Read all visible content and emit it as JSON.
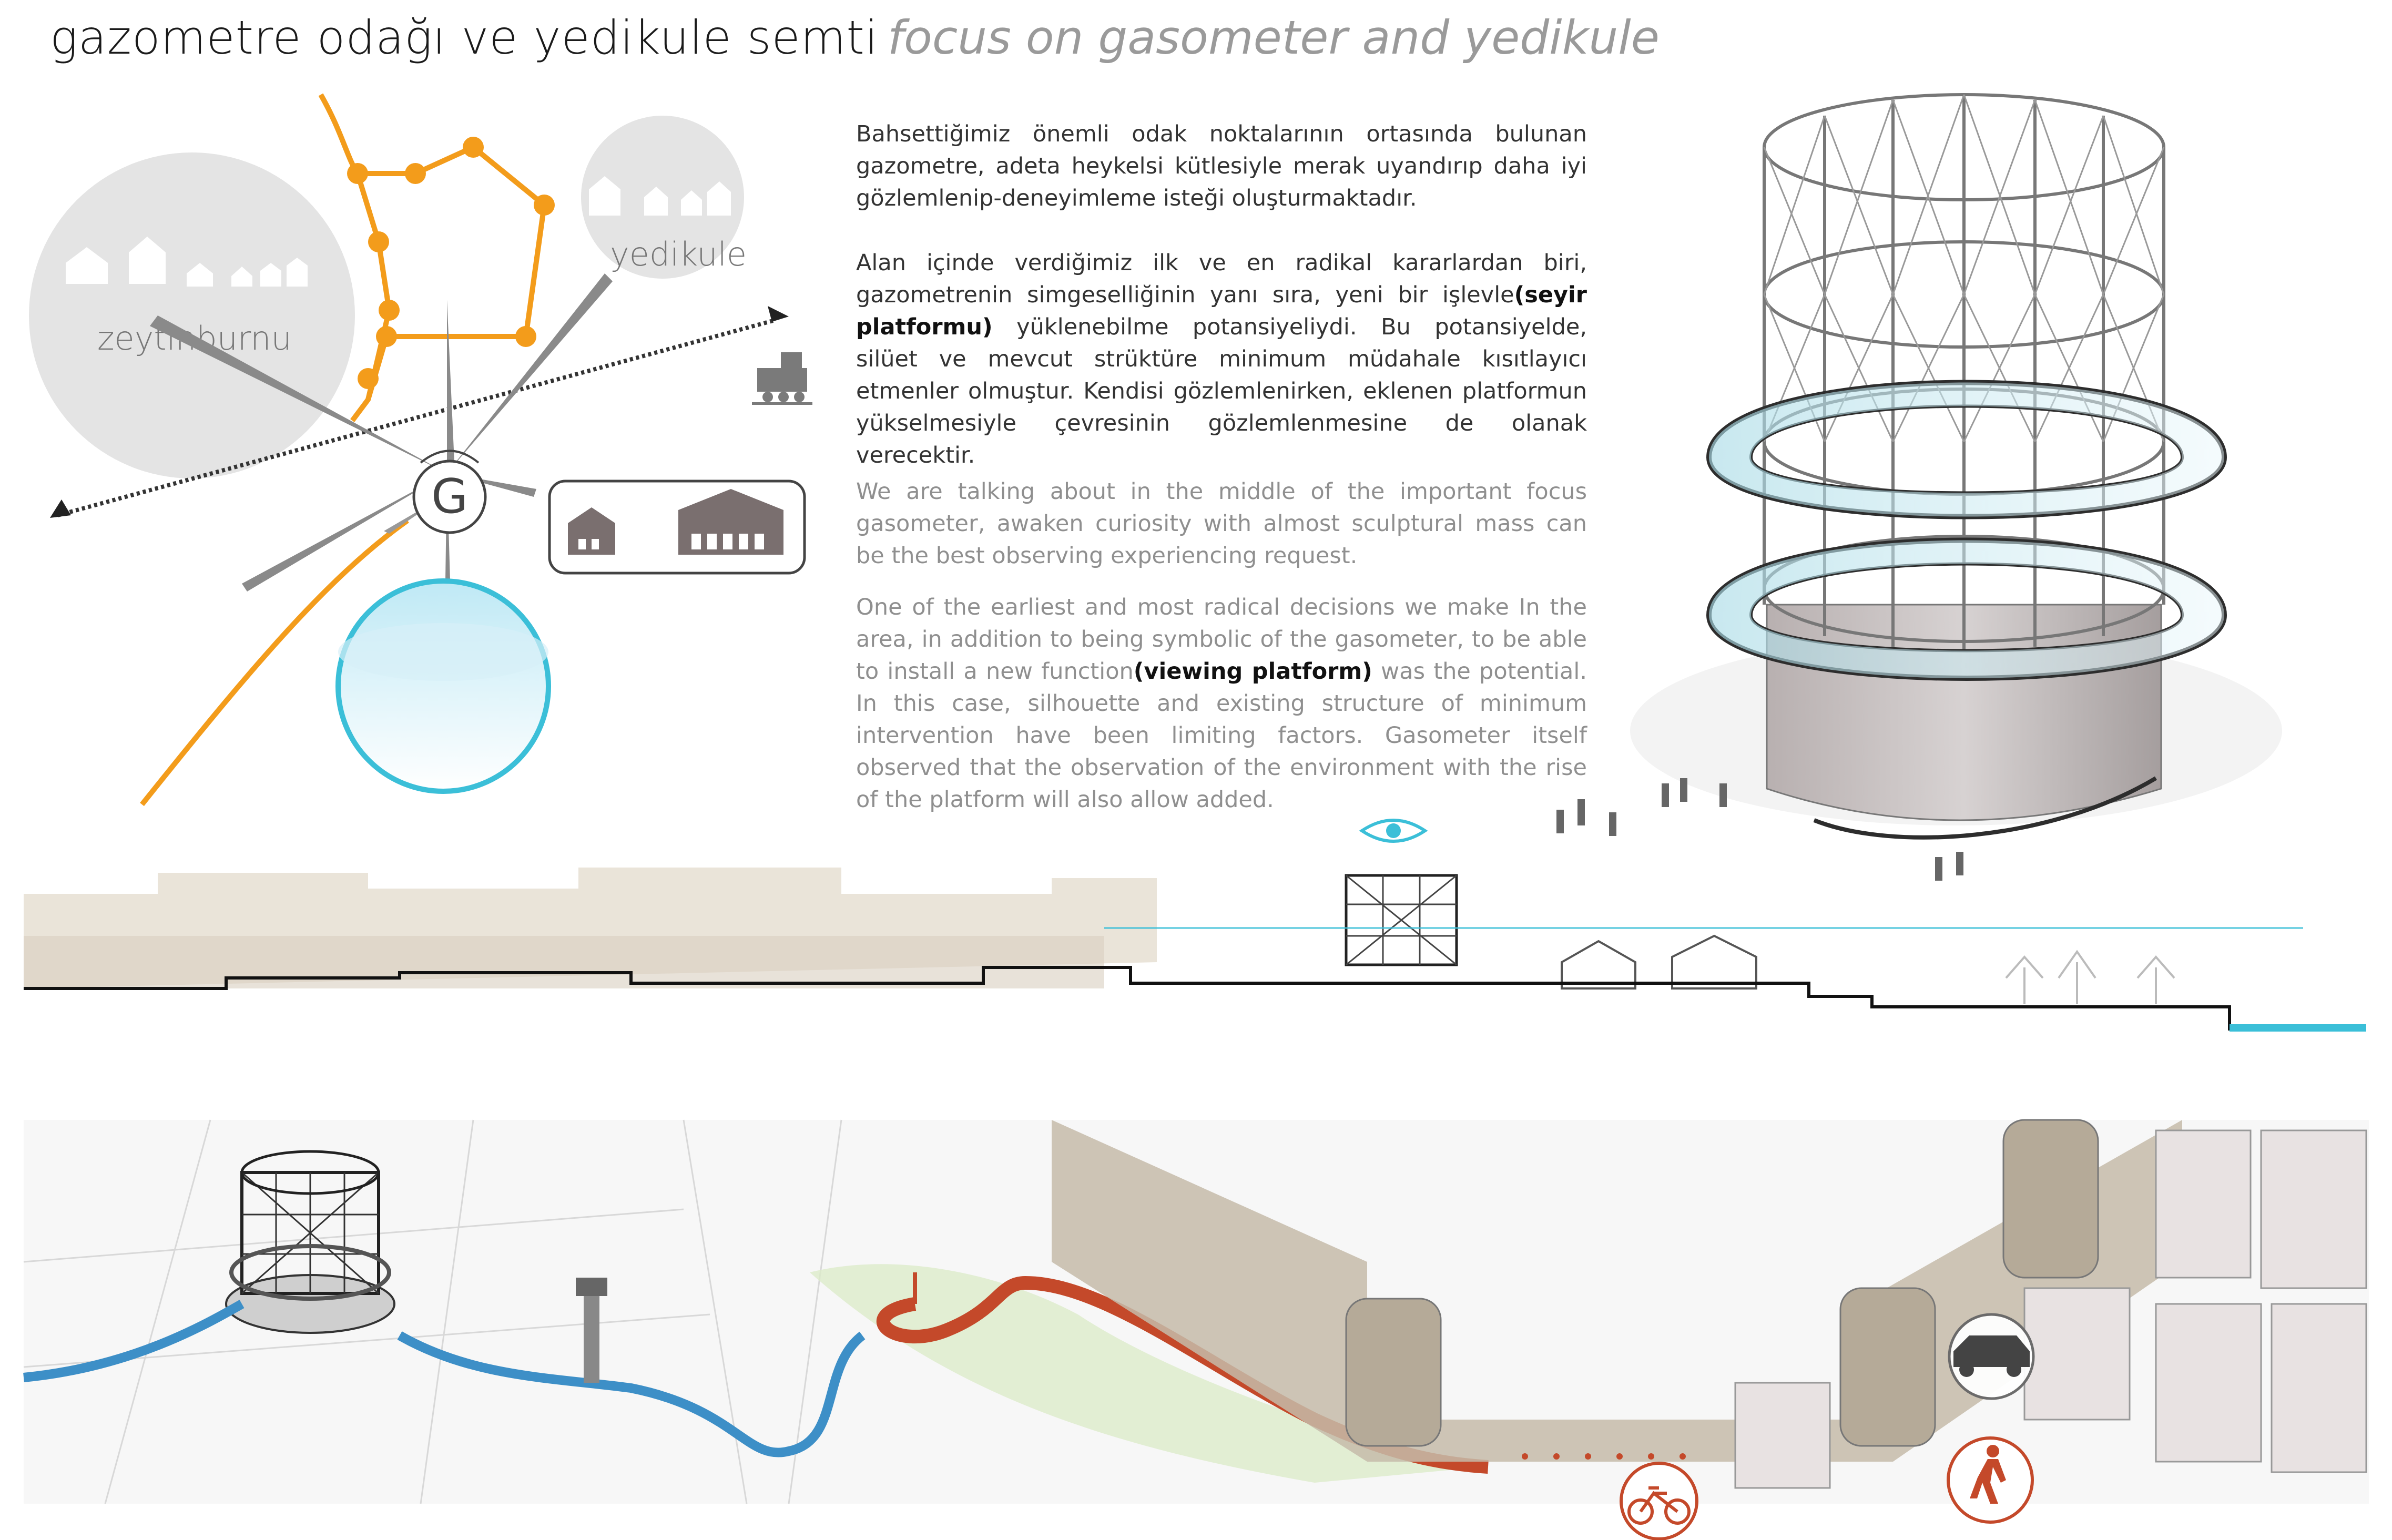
{
  "header": {
    "title_tr": "gazometre odağı ve yedikule semti",
    "title_en": "focus on gasometer and yedikule"
  },
  "diagram": {
    "zeytinburnu_label": "zeytinburnu",
    "yedikule_label": "yedikule"
  },
  "text_tr": {
    "p1": "Bahsettiğimiz önemli odak noktalarının ortasında bulunan gazometre, adeta heykelsi kütlesiyle merak uyandırıp daha iyi gözlemlenip-deneyimleme isteği oluşturmaktadır.",
    "p2_before": "Alan içinde verdiğimiz ilk ve en radikal kararlardan biri, gazometrenin simgeselliğinin yanı sıra, yeni bir işlevle",
    "p2_bold": "(seyir platformu)",
    "p2_after": " yüklenebilme potansiyeliydi. Bu potansiyelde, silüet ve mevcut strüktüre minimum müdahale kısıtlayıcı etmenler olmuştur. Kendisi gözlemlenirken, eklenen platformun yükselmesiyle çevresinin gözlemlenmesine de olanak verecektir."
  },
  "text_en": {
    "p1": "We are talking about in the middle of the important focus gasometer, awaken curiosity with almost sculptural mass can be the best observing experiencing request.",
    "p2_before": "One of the earliest and most radical decisions we make In the area, in addition to being symbolic of the gasometer, to be able to install a new function",
    "p2_bold": "(viewing platform)",
    "p2_after": " was the potential. In this case, silhouette and existing structure of minimum intervention have been limiting factors. Gasometer itself observed that the observation of the environment with the rise of the platform will also allow added."
  },
  "colors": {
    "orange": "#f39c1b",
    "cyan": "#3bbfd8",
    "grey_circle": "#e3e3e3",
    "red_path": "#c4492a",
    "wall": "#b5aa98"
  },
  "icons": [
    "train-icon",
    "eye-icon",
    "car-icon",
    "bicycle-icon",
    "pedestrian-icon",
    "factory-icon",
    "house-icon"
  ]
}
